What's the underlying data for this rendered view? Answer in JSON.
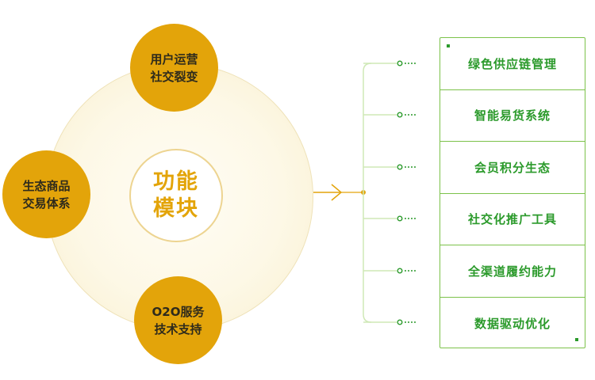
{
  "center": {
    "line1": "功能",
    "line2": "模块"
  },
  "nodes": {
    "top": {
      "line1": "用户运营",
      "line2": "社交裂变"
    },
    "left": {
      "line1": "生态商品",
      "line2": "交易体系"
    },
    "bottom": {
      "line1": "O2O服务",
      "line2": "技术支持"
    }
  },
  "features": [
    "绿色供应链管理",
    "智能易货系统",
    "会员积分生态",
    "社交化推广工具",
    "全渠道履约能力",
    "数据驱动优化"
  ],
  "colors": {
    "accent_yellow": "#e3a40a",
    "accent_green": "#2b9a2b",
    "line_green": "#7cc24a"
  }
}
